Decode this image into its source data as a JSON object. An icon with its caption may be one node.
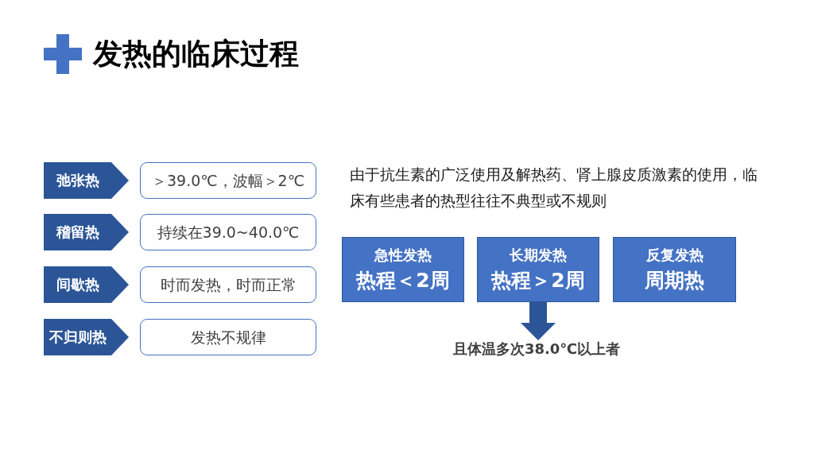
{
  "diagram": {
    "title": "发热的临床过程",
    "nodes": [
      {
        "text": [
          "弛张热"
        ]
      },
      {
        "text": [
          "＞39.0℃，波幅＞2℃"
        ]
      },
      {
        "text": [
          "稽留热"
        ]
      },
      {
        "text": [
          "持续在39.0~40.0℃"
        ]
      },
      {
        "text": [
          "间歇热"
        ]
      },
      {
        "text": [
          "时而发热，时而正常"
        ]
      },
      {
        "text": [
          "不归则热"
        ]
      },
      {
        "text": [
          "发热不规律"
        ]
      },
      {
        "text": [
          "急性发热",
          "热程＜2周"
        ]
      },
      {
        "text": [
          "长期发热",
          "热程＞2周"
        ]
      },
      {
        "text": [
          "反复发热",
          "周期热"
        ]
      },
      {
        "text": [
          "且体温多次38.0℃以上者"
        ]
      }
    ],
    "edges": [
      {
        "from": 9,
        "to": 11,
        "arrow": "to"
      }
    ],
    "labels": [
      "由于抗生素的广泛使用及解热药、肾上腺皮质激素的使用，临床有些患者的热型往往不典型或不规则"
    ]
  }
}
